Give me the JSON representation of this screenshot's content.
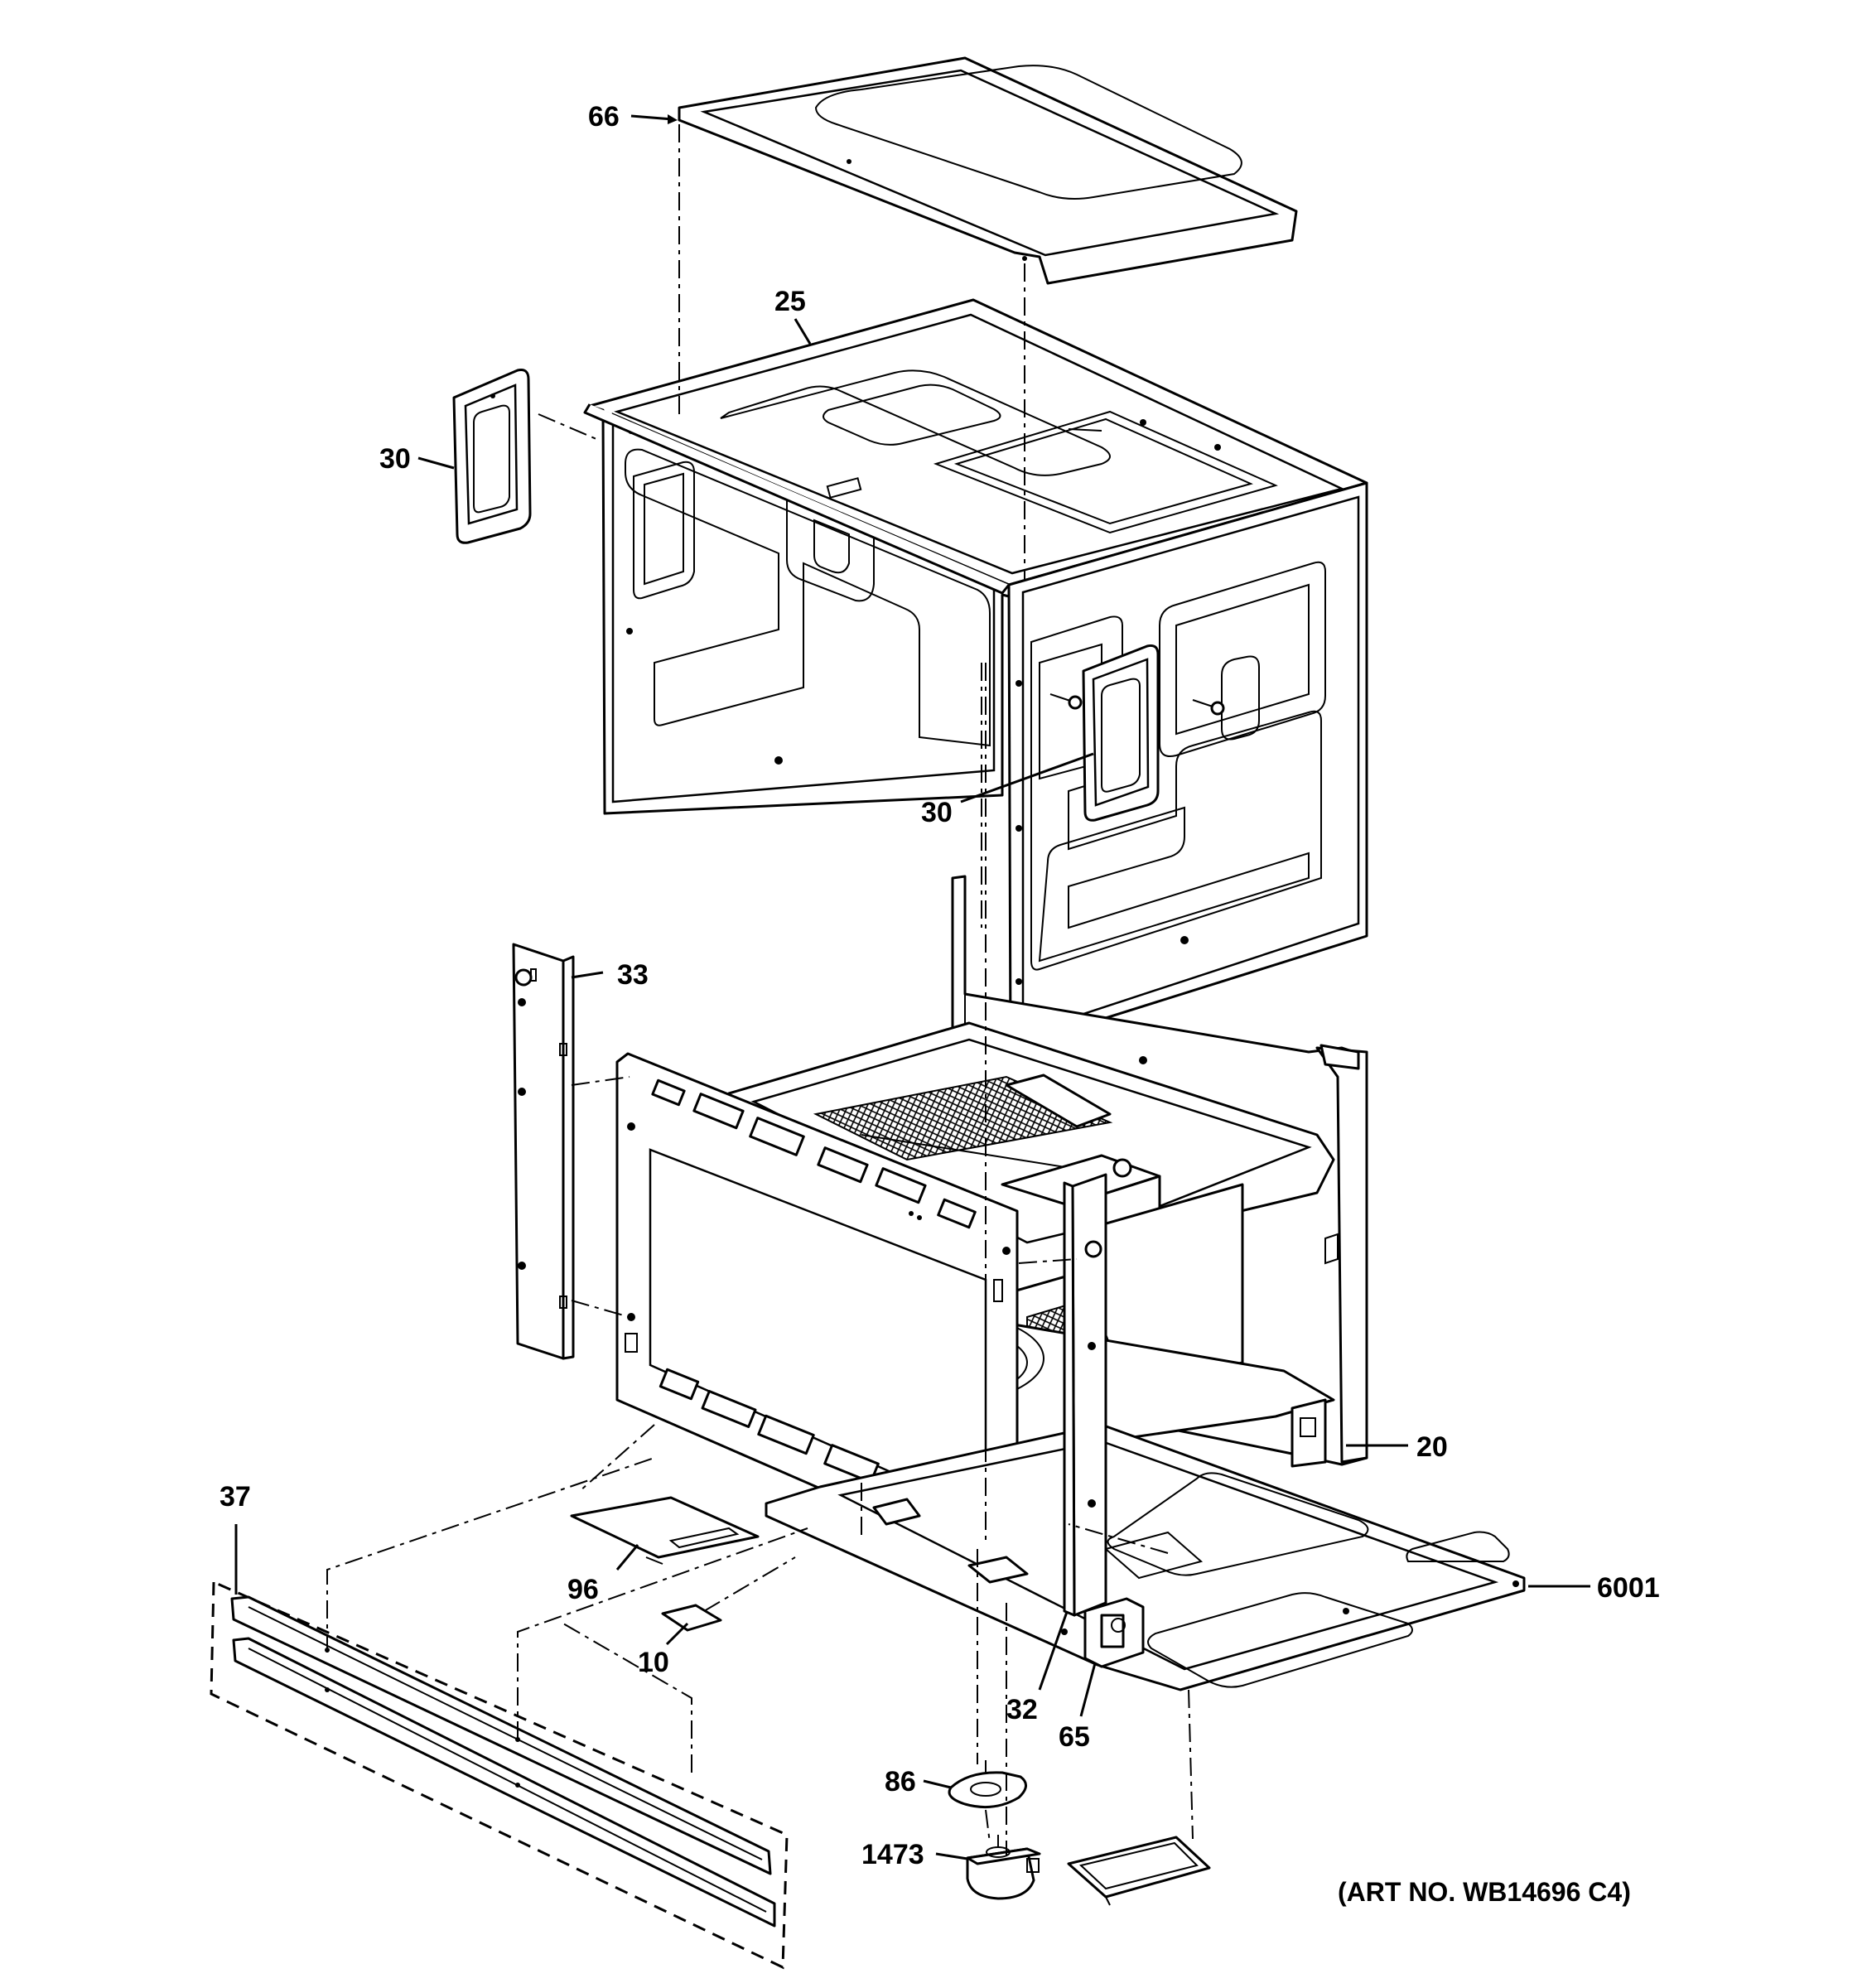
{
  "callouts": {
    "c66": "66",
    "c25": "25",
    "c30a": "30",
    "c30b": "30",
    "c33": "33",
    "c20": "20",
    "c37": "37",
    "c96": "96",
    "c6001": "6001",
    "c10": "10",
    "c32": "32",
    "c65": "65",
    "c86": "86",
    "c1473": "1473"
  },
  "art_number": "(ART NO. WB14696 C4)"
}
